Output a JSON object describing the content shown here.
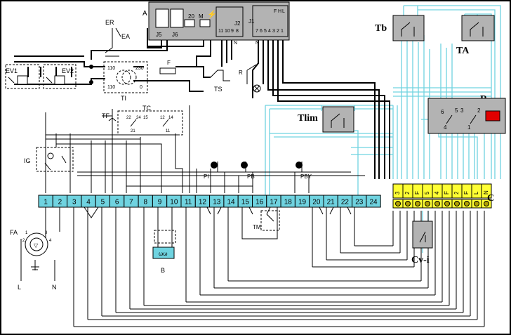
{
  "boiler_board": {
    "label": "A",
    "connectors": [
      "J5",
      "J6",
      "20",
      "M",
      "J2",
      "J1"
    ],
    "j2_pins": [
      "11",
      "10",
      "9",
      "8"
    ],
    "j1_pins": [
      "7",
      "6",
      "5",
      "4",
      "3",
      "2",
      "1"
    ],
    "top_marks": [
      "F",
      "H",
      "L"
    ],
    "n_mark": "N"
  },
  "components": {
    "ER": "ER",
    "EA": "EA",
    "EV1": "EV1",
    "EV2": "EV2",
    "TI": "TI",
    "F": "F",
    "TS": "TS",
    "R_small": "R",
    "TF": "TF",
    "TC": "TC",
    "IG": "IG",
    "FA": "FA",
    "B": "B",
    "PI": "PI",
    "PB": "PB",
    "PBY": "PBY",
    "TM": "TM",
    "L": "L",
    "N": "N"
  },
  "transformer": {
    "in_top": "110",
    "in_bottom": "110",
    "out_top": "230",
    "out_bottom": "0"
  },
  "tc_contacts": [
    "22",
    "24",
    "15",
    "12",
    "14",
    "21",
    "11"
  ],
  "relay_contacts": [
    "6",
    "5",
    "3",
    "2",
    "4",
    "1"
  ],
  "external": {
    "Tb": "Tb",
    "TA": "TA",
    "Tlim": "Tlim",
    "R": "R",
    "C": "C",
    "Cv": "Cv-i"
  },
  "terminal_strip": [
    "1",
    "2",
    "3",
    "4",
    "5",
    "6",
    "7",
    "8",
    "9",
    "10",
    "11",
    "12",
    "13",
    "14",
    "15",
    "16",
    "17",
    "18",
    "19",
    "20",
    "21",
    "22",
    "23",
    "24"
  ],
  "c_terminals": [
    "3",
    "2",
    "F",
    "5",
    "4",
    "F",
    "2",
    "F",
    "L",
    "N"
  ],
  "fa_pins": [
    "1",
    "2",
    "3",
    "4"
  ],
  "colors": {
    "wire": "#000000",
    "external_wire": "#6fd3e0",
    "terminal_fill": "#6fd3e0",
    "block_fill": "#ffff33",
    "relay_coil": "#e00000",
    "box_fill": "#b3b3b3"
  }
}
